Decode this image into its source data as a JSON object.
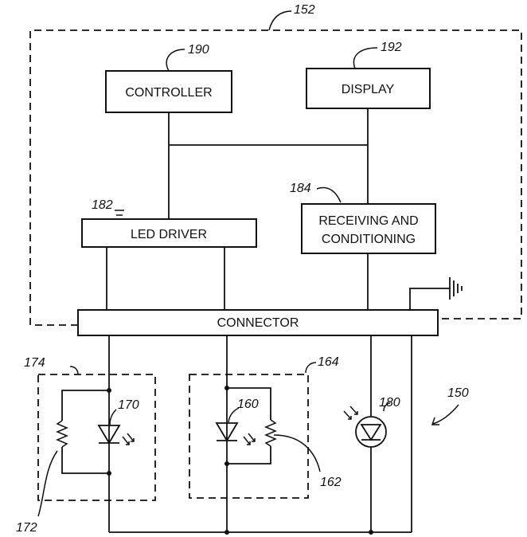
{
  "blocks": {
    "controller": "CONTROLLER",
    "display": "DISPLAY",
    "led_driver": "LED DRIVER",
    "receiving_line1": "RECEIVING AND",
    "receiving_line2": "CONDITIONING",
    "connector": "CONNECTOR"
  },
  "refs": {
    "system": "150",
    "enclosure": "152",
    "photo_led": "160",
    "resistor_162": "162",
    "module_164": "164",
    "led_170": "170",
    "resistor_172": "172",
    "module_174": "174",
    "photo_detector": "180",
    "led_driver": "182",
    "receiving": "184",
    "controller": "190",
    "display": "192"
  }
}
